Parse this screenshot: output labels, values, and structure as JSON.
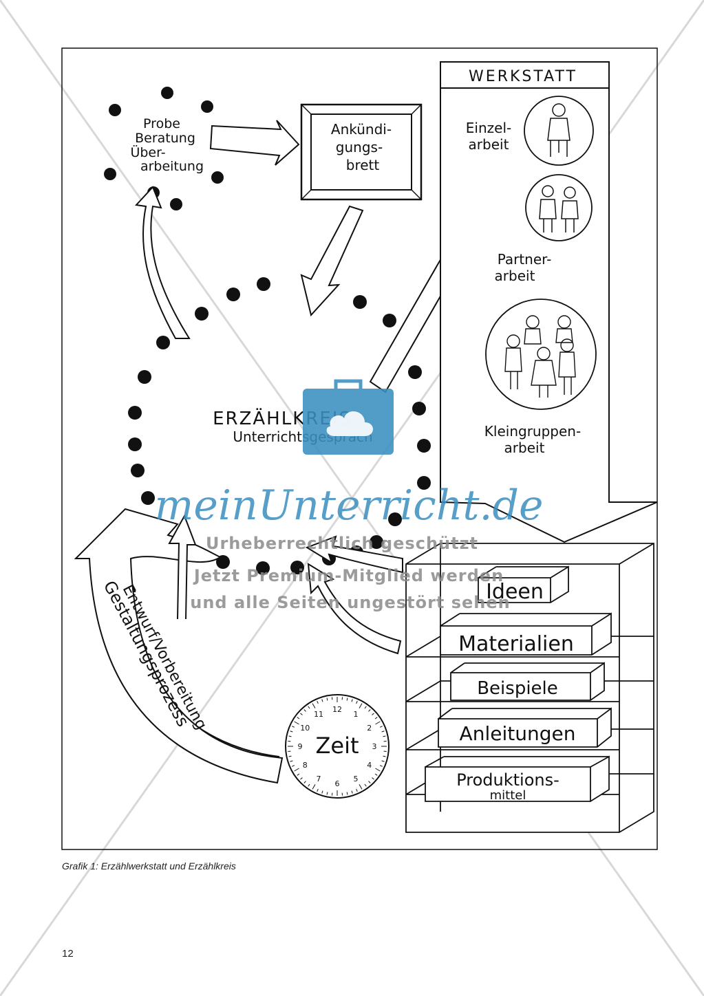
{
  "workshop": {
    "title": "WERKSTATT",
    "single_work": [
      "Einzel-",
      "arbeit"
    ],
    "partner_work": [
      "Partner-",
      "arbeit"
    ],
    "group_work": [
      "Kleingruppen-",
      "arbeit"
    ]
  },
  "rehearsal": [
    "Probe",
    "Beratung",
    "Über-",
    "arbeitung"
  ],
  "noticeboard": [
    "Ankündi-",
    "gungs-",
    "brett"
  ],
  "circle": {
    "title": "ERZÄHLKREIS",
    "subtitle": "Unterrichtsgespräch"
  },
  "design_arrow": {
    "line1": "Gestaltungsprozess",
    "line2": "Entwurf/Vorbereitung"
  },
  "clock": {
    "label": "Zeit",
    "numbers": [
      "12",
      "1",
      "2",
      "3",
      "4",
      "5",
      "6",
      "7",
      "8",
      "9",
      "10",
      "11"
    ]
  },
  "shelf": {
    "items": [
      "Ideen",
      "Materialien",
      "Beispiele",
      "Anleitungen",
      "Produktions-",
      "mittel"
    ]
  },
  "watermark": {
    "brand": "meinUnterricht.de",
    "line1": "Urheberrechtlich geschützt",
    "line2": "Jetzt Premium-Mitglied werden",
    "line3": "und alle Seiten ungestört sehen"
  },
  "caption": "Grafik 1: Erzählwerkstatt und Erzählkreis",
  "page_number": "12",
  "colors": {
    "ink": "#111111",
    "watermark": "#3a8fc0",
    "watermark_gray": "#8a8a8a"
  }
}
